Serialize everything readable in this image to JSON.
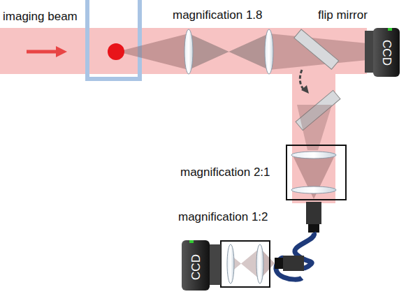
{
  "diagram": {
    "labels": [
      "imaging beam",
      "magnification 1.8",
      "flip mirror",
      "CCD",
      "magnification 2:1",
      "magnification 1:2",
      "CCD"
    ]
  }
}
